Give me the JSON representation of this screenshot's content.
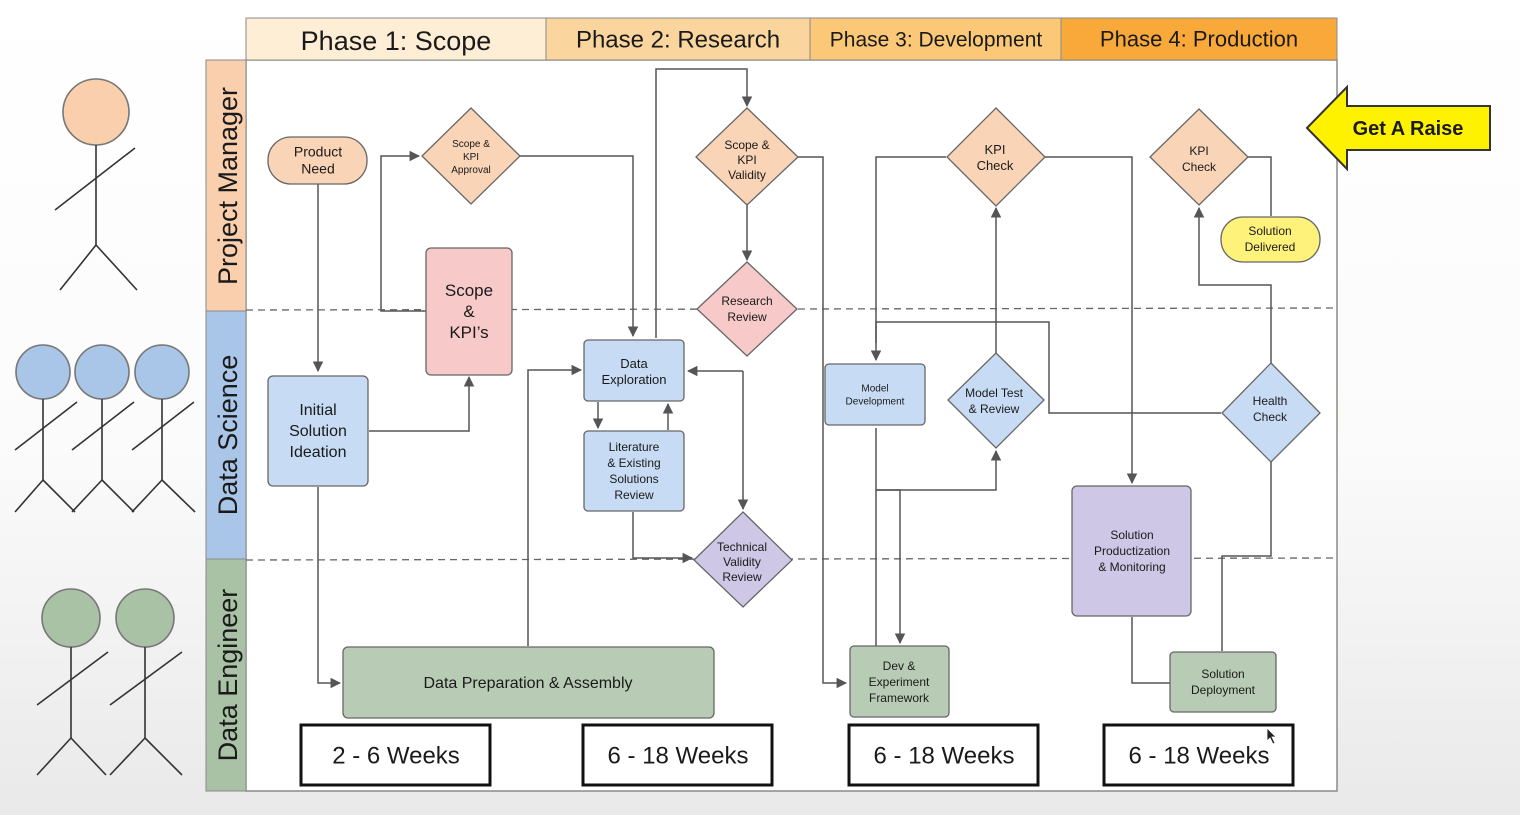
{
  "phases": [
    "Phase 1: Scope",
    "Phase 2: Research",
    "Phase 3: Development",
    "Phase 4: Production"
  ],
  "lanes": [
    "Project Manager",
    "Data Science",
    "Data Engineer"
  ],
  "durations": [
    "2 - 6 Weeks",
    "6 - 18 Weeks",
    "6 - 18 Weeks",
    "6 - 18 Weeks"
  ],
  "callout": "Get A Raise",
  "nodes": {
    "product_need": [
      "Product",
      "Need"
    ],
    "scope_kpi_approval": [
      "Scope &",
      "KPI",
      "Approval"
    ],
    "scope_kpis": [
      "Scope",
      "&",
      "KPI’s"
    ],
    "initial_solution": [
      "Initial",
      "Solution",
      "Ideation"
    ],
    "scope_kpi_validity": [
      "Scope &",
      "KPI",
      "Validity"
    ],
    "research_review": [
      "Research",
      "Review"
    ],
    "data_exploration": [
      "Data",
      "Exploration"
    ],
    "literature_review": [
      "Literature",
      "& Existing",
      "Solutions",
      "Review"
    ],
    "technical_validity": [
      "Technical",
      "Validity",
      "Review"
    ],
    "data_prep": [
      "Data Preparation & Assembly"
    ],
    "kpi_check_dev": [
      "KPI",
      "Check"
    ],
    "model_development": [
      "Model",
      "Development"
    ],
    "model_test": [
      "Model Test",
      "& Review"
    ],
    "dev_framework": [
      "Dev &",
      "Experiment",
      "Framework"
    ],
    "kpi_check_prod": [
      "KPI",
      "Check"
    ],
    "solution_delivered": [
      "Solution",
      "Delivered"
    ],
    "health_check": [
      "Health",
      "Check"
    ],
    "solution_productization": [
      "Solution",
      "Productization",
      "& Monitoring"
    ],
    "solution_deployment": [
      "Solution",
      "Deployment"
    ]
  },
  "colors": {
    "phase1": "#fdeed5",
    "phase2": "#fbd59e",
    "phase3": "#fbc878",
    "phase4": "#f9a93a",
    "pm": "#f9cfad",
    "ds": "#a9c5e8",
    "de": "#a9c2a6",
    "peach": "#fad4b6",
    "pink": "#f7c9c9",
    "blue": "#c7dcf4",
    "purple": "#cfc7e6",
    "green": "#b8ccb5",
    "yellow": "#fff27a",
    "arrow": "#fff200"
  }
}
